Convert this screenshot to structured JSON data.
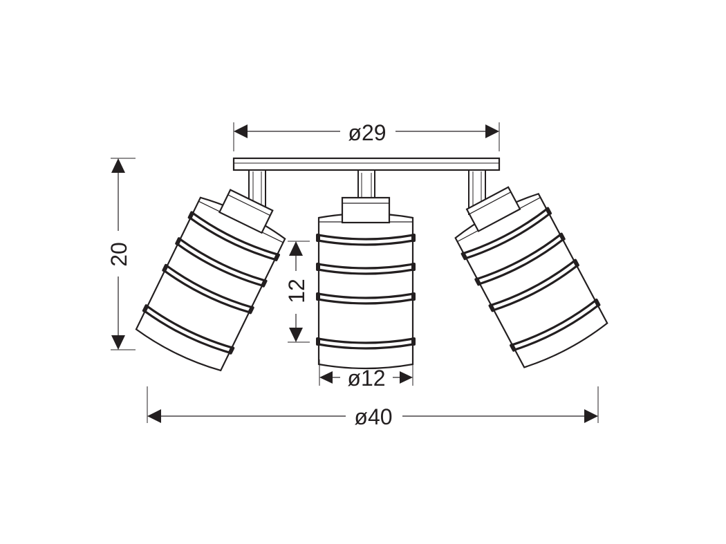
{
  "diagram": {
    "dimensions": {
      "bar_width": "ø29",
      "total_height": "20",
      "shade_height": "12",
      "shade_diameter": "ø12",
      "total_width": "ø40"
    },
    "colors": {
      "line": "#231f20",
      "background": "#ffffff"
    }
  }
}
